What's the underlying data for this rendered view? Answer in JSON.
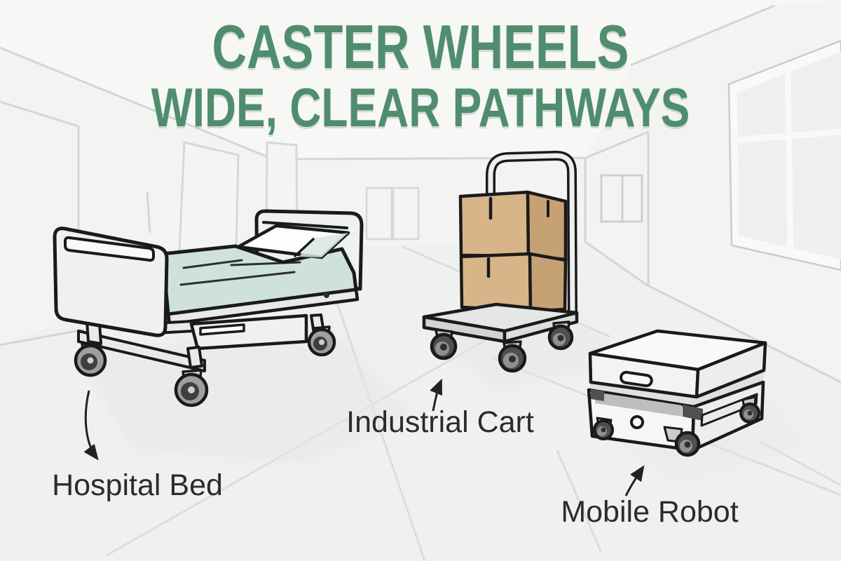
{
  "title": {
    "line1": "CASTER WHEELS",
    "line2": "WIDE, CLEAR PATHWAYS"
  },
  "items": [
    {
      "id": "hospital-bed",
      "label": "Hospital Bed"
    },
    {
      "id": "industrial-cart",
      "label": "Industrial Cart"
    },
    {
      "id": "mobile-robot",
      "label": "Mobile Robot"
    }
  ],
  "colors": {
    "title_green": "#4f8d6e",
    "label_text": "#2b2b2d",
    "wall": "#f3f4f2",
    "ceiling": "#f7f8f6",
    "floor": "#eff1ef",
    "outline_ink": "#1a1a1a",
    "bed_blanket_teal": "#cfe1dd",
    "bed_frame_gray": "#eff1f0",
    "box_tan_front": "#d7b588",
    "box_tan_side": "#c5a173",
    "cart_platform_gray": "#e5e7e6",
    "robot_body_white": "#f5f6f5",
    "robot_band_gray": "#bcbfbd",
    "wheel_dark_gray": "#4e504f"
  }
}
